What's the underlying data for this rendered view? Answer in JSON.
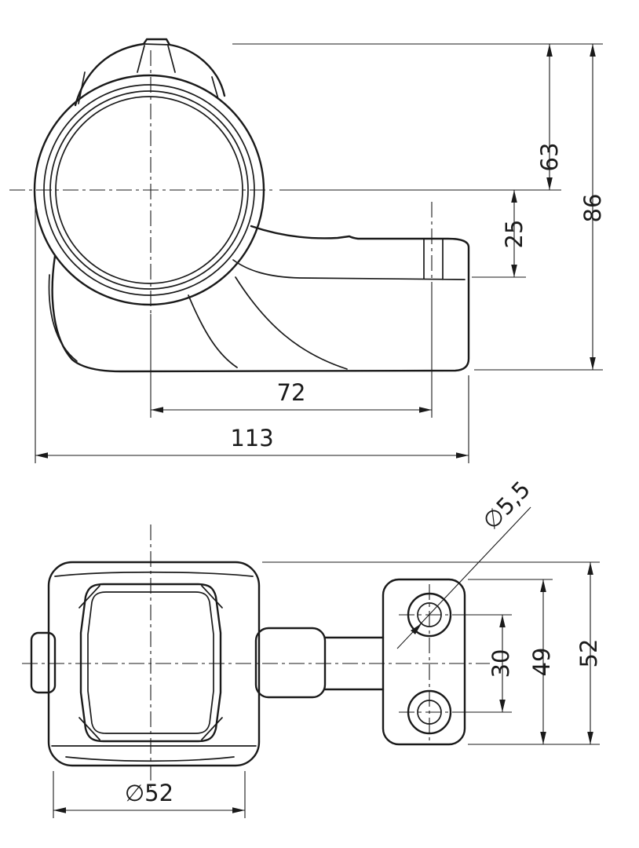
{
  "colors": {
    "line": "#1a1a1a",
    "background": "#ffffff"
  },
  "side_view": {
    "dim_height_to_axis": "63",
    "dim_total_height": "86",
    "dim_axis_to_bracket": "25",
    "dim_axis_to_hole": "72",
    "dim_total_length": "113"
  },
  "plan_view": {
    "dim_hole_diameter": "∅5,5",
    "dim_hole_spacing": "30",
    "dim_bracket_height": "49",
    "dim_overall_width": "52",
    "dim_lens_diameter": "∅52"
  }
}
